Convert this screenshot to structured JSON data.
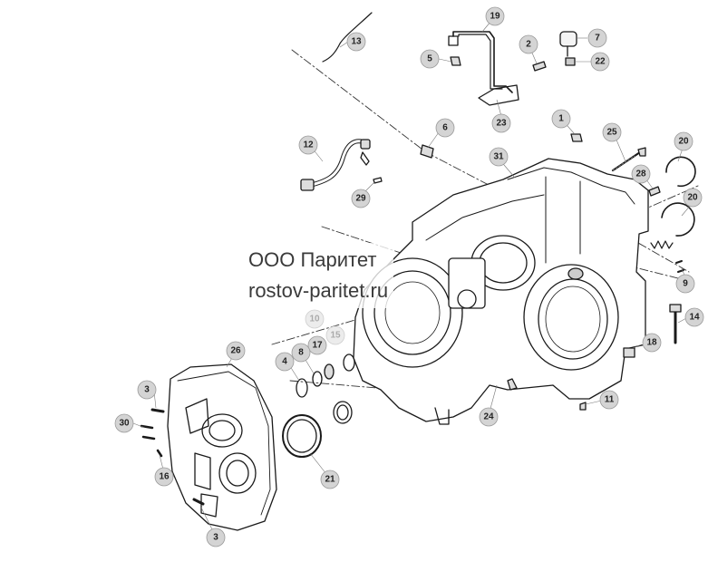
{
  "watermark": {
    "line1": "ООО Паритет",
    "line2": "rostov-paritet.ru"
  },
  "callouts": [
    {
      "id": "c19",
      "label": "19"
    },
    {
      "id": "c13",
      "label": "13"
    },
    {
      "id": "c2",
      "label": "2"
    },
    {
      "id": "c7",
      "label": "7"
    },
    {
      "id": "c5",
      "label": "5"
    },
    {
      "id": "c22",
      "label": "22"
    },
    {
      "id": "c23",
      "label": "23"
    },
    {
      "id": "c1",
      "label": "1"
    },
    {
      "id": "c6",
      "label": "6"
    },
    {
      "id": "c25",
      "label": "25"
    },
    {
      "id": "c20a",
      "label": "20"
    },
    {
      "id": "c12",
      "label": "12"
    },
    {
      "id": "c31",
      "label": "31"
    },
    {
      "id": "c28",
      "label": "28"
    },
    {
      "id": "c29",
      "label": "29"
    },
    {
      "id": "c20b",
      "label": "20"
    },
    {
      "id": "c9",
      "label": "9"
    },
    {
      "id": "c14",
      "label": "14"
    },
    {
      "id": "c10",
      "label": "10"
    },
    {
      "id": "c15",
      "label": "15"
    },
    {
      "id": "c17",
      "label": "17"
    },
    {
      "id": "c26",
      "label": "26"
    },
    {
      "id": "c18",
      "label": "18"
    },
    {
      "id": "c4",
      "label": "4"
    },
    {
      "id": "c8",
      "label": "8"
    },
    {
      "id": "c11",
      "label": "11"
    },
    {
      "id": "c3a",
      "label": "3"
    },
    {
      "id": "c24",
      "label": "24"
    },
    {
      "id": "c30",
      "label": "30"
    },
    {
      "id": "c16",
      "label": "16"
    },
    {
      "id": "c21",
      "label": "21"
    },
    {
      "id": "c3b",
      "label": "3"
    }
  ]
}
